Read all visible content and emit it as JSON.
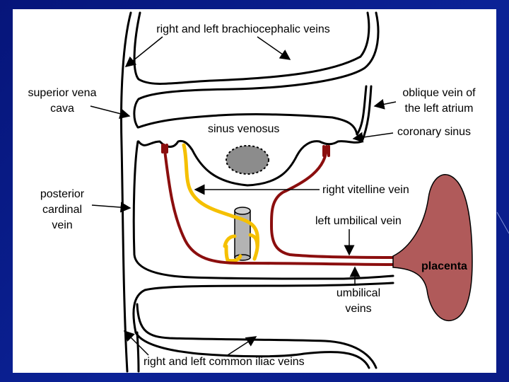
{
  "labels": {
    "brachiocephalic": "right and left brachiocephalic veins",
    "svc_line1": "superior vena",
    "svc_line2": "cava",
    "oblique_line1": "oblique vein of",
    "oblique_line2": "the left atrium",
    "sinus_venosus": "sinus venosus",
    "coronary_sinus": "coronary sinus",
    "posterior_line1": "posterior",
    "posterior_line2": "cardinal",
    "posterior_line3": "vein",
    "right_vitelline": "right vitelline vein",
    "left_umbilical": "left umbilical vein",
    "placenta": "placenta",
    "umbilical_line1": "umbilical",
    "umbilical_line2": "veins",
    "iliac": "right and left common iliac veins"
  },
  "colors": {
    "background": "#0a1f8f",
    "panel": "#ffffff",
    "vein_outline": "#000000",
    "umbilical_vein": "#8b0e0e",
    "vitelline_vein": "#f5c000",
    "placenta_fill": "#b05a5a",
    "sinus_fill": "#8c8c8c",
    "gut_tube_fill": "#b3b3b3"
  }
}
